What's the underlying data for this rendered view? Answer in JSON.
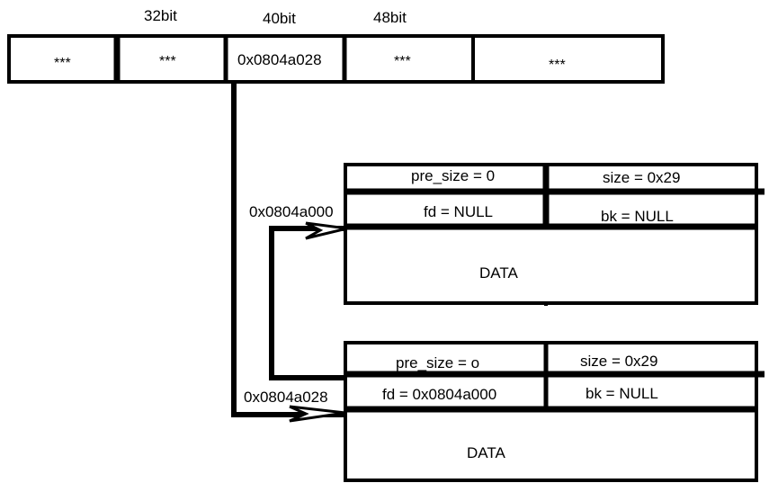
{
  "bit_labels": [
    "32bit",
    "40bit",
    "48bit"
  ],
  "top_row": {
    "cells": [
      "***",
      "***",
      "0x0804a028",
      "***",
      "***"
    ]
  },
  "chunk1": {
    "address": "0x0804a000",
    "pre_size": "pre_size = 0",
    "size": "size = 0x29",
    "fd": "fd = NULL",
    "bk": "bk = NULL",
    "data": "DATA"
  },
  "chunk2": {
    "address": "0x0804a028",
    "pre_size": "pre_size = o",
    "size": "size = 0x29",
    "fd": "fd = 0x0804a000",
    "bk": "bk = NULL",
    "data": "DATA"
  }
}
